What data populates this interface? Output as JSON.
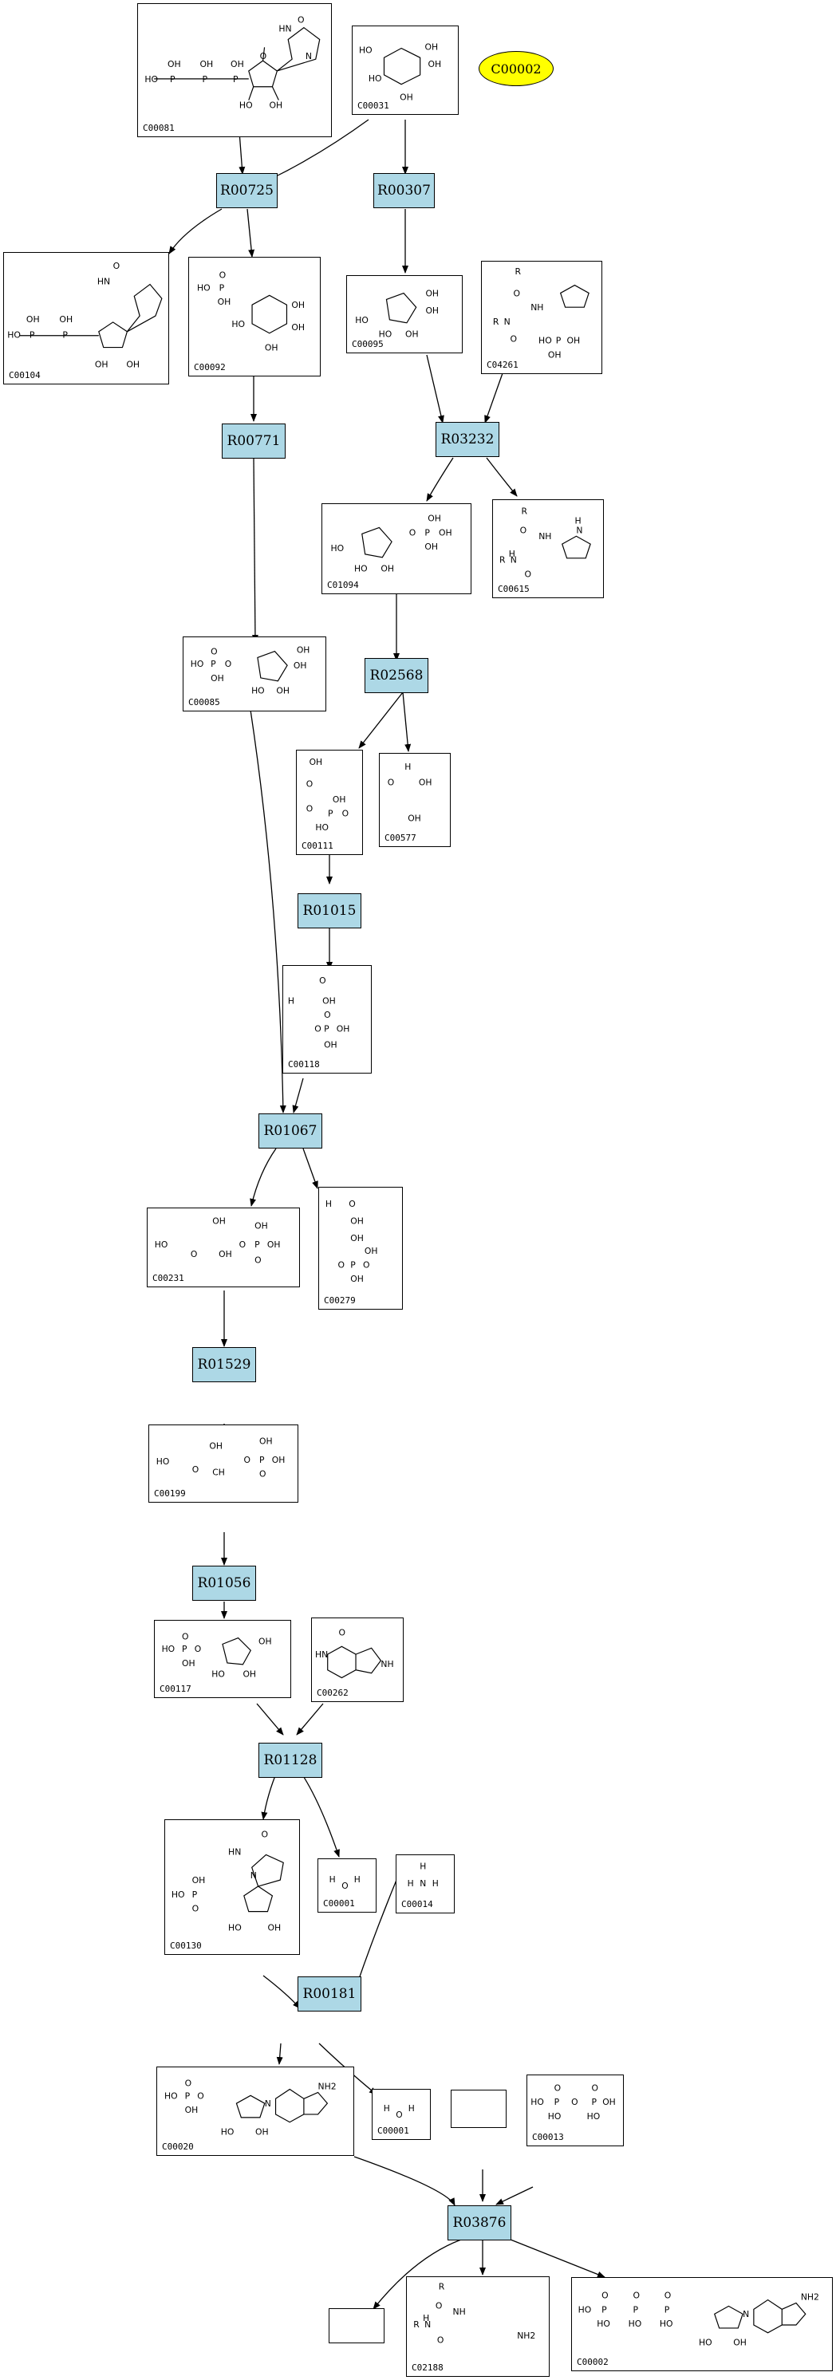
{
  "reactions": {
    "R00725": "R00725",
    "R00307": "R00307",
    "R00771": "R00771",
    "R03232": "R03232",
    "R02568": "R02568",
    "R01015": "R01015",
    "R01067": "R01067",
    "R01529": "R01529",
    "R01056": "R01056",
    "R01128": "R01128",
    "R00181": "R00181",
    "R03876": "R03876"
  },
  "legend_oval": "C00002",
  "compounds": {
    "C00081": "C00081",
    "C00031": "C00031",
    "C00104": "C00104",
    "C00092": "C00092",
    "C00095": "C00095",
    "C04261": "C04261",
    "C01094": "C01094",
    "C00615": "C00615",
    "C00085": "C00085",
    "C00111": "C00111",
    "C00577": "C00577",
    "C00118": "C00118",
    "C00231": "C00231",
    "C00279": "C00279",
    "C00199": "C00199",
    "C00117": "C00117",
    "C00262": "C00262",
    "C00130": "C00130",
    "C00001a": "C00001",
    "C00014": "C00014",
    "C00020": "C00020",
    "C00001b": "C00001",
    "C00013": "C00013",
    "C02188": "C02188",
    "C00002": "C00002"
  },
  "atoms": {
    "OH": "OH",
    "HO": "HO",
    "O": "O",
    "P": "P",
    "H": "H",
    "N": "N",
    "R": "R",
    "HN": "HN",
    "NH": "NH",
    "NH2": "NH2",
    "CH": "CH"
  }
}
